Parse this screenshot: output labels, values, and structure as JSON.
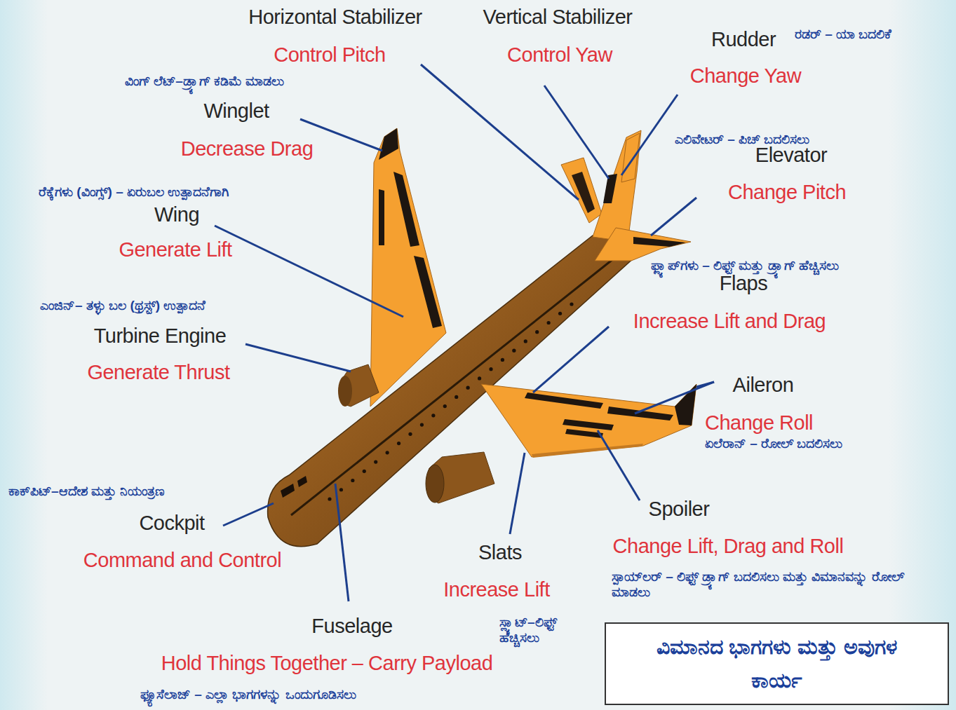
{
  "diagram": {
    "title": "ವಿಮಾನದ ಭಾಗಗಳು ಮತ್ತು ಅವುಗಳ ಕಾರ್ಯ",
    "labels": [
      "Horizontal Stabilizer",
      "Control Pitch",
      "Vertical Stabilizer",
      "Control Yaw",
      "Rudder",
      "ರಡರ್ – ಯಾ ಬದಲಿಕೆ",
      "Change Yaw",
      "ವಿಂಗ್ ಲೆಟ್–ಡ್ರ್ಯಾಗ್ ಕಡಿಮೆ ಮಾಡಲು",
      "Winglet",
      "Decrease Drag",
      "ಎಲಿವೇಟರ್ – ಪಿಚ್ ಬದಲಿಸಲು",
      "Elevator",
      "Change Pitch",
      "ರೆಕ್ಕೆಗಳು (ವಿಂಗ್ಸ್) – ಏರುಬಲ ಉತ್ಪಾದನೆಗಾಗಿ",
      "Wing",
      "Generate Lift",
      "ಫ್ಲ್ಯಾಪ್‌ಗಳು – ಲಿಫ್ಟ್ ಮತ್ತು ಡ್ರ್ಯಾಗ್ ಹೆಚ್ಚಿಸಲು",
      "Flaps",
      "Increase Lift and Drag",
      "ಎಂಜಿನ್– ತಳ್ಳು ಬಲ (ಥ್ರಸ್ಟ್) ಉತ್ಪಾದನೆ",
      "Turbine Engine",
      "Generate Thrust",
      "Aileron",
      "Change Roll",
      "ಏಲೆರಾನ್ – ರೋಲ್ ಬದಲಿಸಲು",
      "ಕಾಕ್‌ಪಿಟ್–ಆದೇಶ ಮತ್ತು ನಿಯಂತ್ರಣ",
      "Cockpit",
      "Command and Control",
      "Spoiler",
      "Change Lift, Drag and Roll",
      "ಸ್ಪಾಯ್‌ಲರ್ – ಲಿಫ್ಟ್ ಡ್ರ್ಯಾಗ್ ಬದಲಿಸಲು ಮತ್ತು ವಿಮಾನವನ್ನು ರೋಲ್ ಮಾಡಲು",
      "Slats",
      "Increase Lift",
      "ಸ್ಲ್ಯಾಟ್–ಲಿಫ್ಟ್ ಹೆಚ್ಚಿಸಲು",
      "Fuselage",
      "Hold Things Together – Carry Payload",
      "ಫ್ಯೂಸೆಲಾಜ್ – ಎಲ್ಲಾ ಭಾಗಗಳನ್ನು ಒಂದುಗೂಡಿಸಲು"
    ]
  }
}
